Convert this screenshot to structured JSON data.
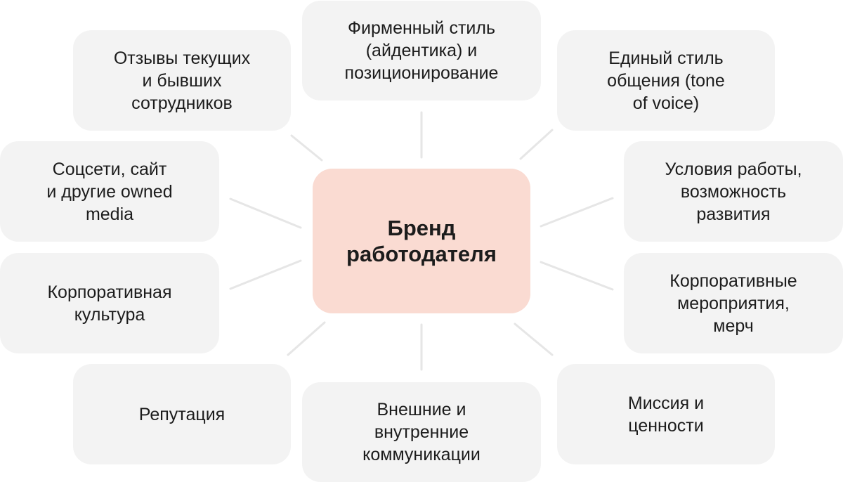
{
  "diagram": {
    "center": "Бренд\nработодателя",
    "nodes": {
      "top": "Фирменный стиль\n(айдентика) и\nпозиционирование",
      "top_left": "Отзывы текущих\nи бывших\nсотрудников",
      "top_right": "Единый стиль\nобщения (tone\nof voice)",
      "left_upper": "Соцсети, сайт\nи другие owned\nmedia",
      "right_upper": "Условия работы,\nвозможность\nразвития",
      "left_lower": "Корпоративная\nкультура",
      "right_lower": "Корпоративные\nмероприятия,\nмерч",
      "bottom_left": "Репутация",
      "bottom_right": "Миссия и\nценности",
      "bottom": "Внешние и\nвнутренние\nкоммуникации"
    }
  },
  "colors": {
    "center_fill": "#fadbd2",
    "node_fill": "#f3f3f3",
    "connector": "#e6e6e6",
    "text": "#1c1c1c"
  }
}
